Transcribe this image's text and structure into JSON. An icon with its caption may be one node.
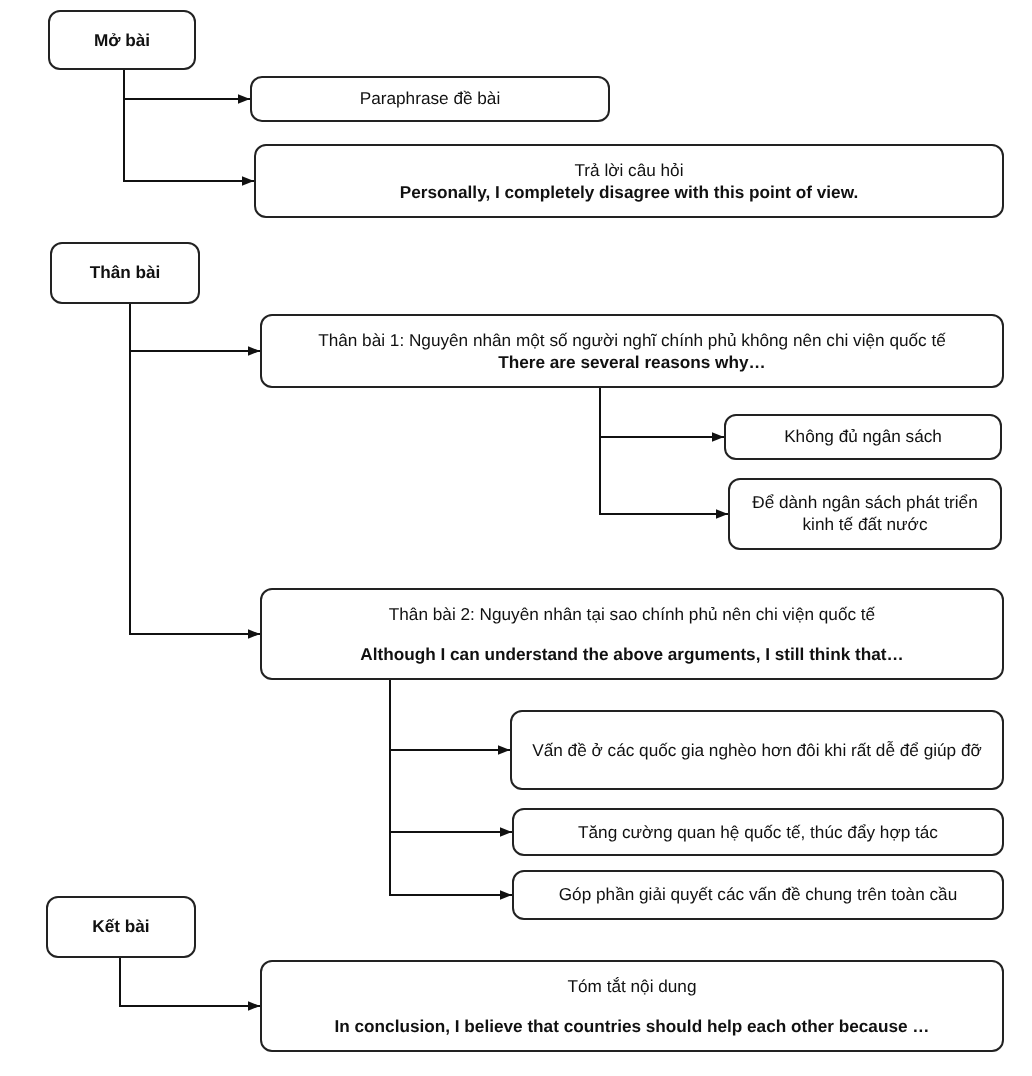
{
  "diagram": {
    "nodes": [
      {
        "text": [
          "Mở bài"
        ]
      },
      {
        "text": [
          "Paraphrase đề bài"
        ]
      },
      {
        "text": [
          "Trả lời câu hỏi",
          "Personally, I completely disagree with this point of view."
        ]
      },
      {
        "text": [
          "Thân bài"
        ]
      },
      {
        "text": [
          "Thân bài 1: Nguyên nhân một số người nghĩ chính phủ không nên chi viện quốc tế",
          "There are several reasons why…"
        ]
      },
      {
        "text": [
          "Không đủ ngân sách"
        ]
      },
      {
        "text": [
          "Để dành ngân sách phát triển kinh tế đất nước"
        ]
      },
      {
        "text": [
          "Thân bài 2: Nguyên nhân tại sao chính phủ nên chi viện quốc tế",
          "Although I can understand the above arguments, I still think that…"
        ]
      },
      {
        "text": [
          "Vấn đề ở các quốc gia nghèo hơn đôi khi rất dễ để giúp đỡ"
        ]
      },
      {
        "text": [
          "Tăng cường quan hệ quốc tế, thúc đẩy hợp tác"
        ]
      },
      {
        "text": [
          "Góp phần giải quyết các vấn đề chung trên toàn cầu"
        ]
      },
      {
        "text": [
          "Kết bài"
        ]
      },
      {
        "text": [
          "Tóm tắt nội dung",
          "In conclusion, I believe that countries should help each other because …"
        ]
      }
    ],
    "edges": [
      {
        "from": 0,
        "to": 1,
        "arrow": "to"
      },
      {
        "from": 0,
        "to": 2,
        "arrow": "to"
      },
      {
        "from": 3,
        "to": 4,
        "arrow": "to"
      },
      {
        "from": 3,
        "to": 7,
        "arrow": "to"
      },
      {
        "from": 4,
        "to": 5,
        "arrow": "to"
      },
      {
        "from": 4,
        "to": 6,
        "arrow": "to"
      },
      {
        "from": 7,
        "to": 8,
        "arrow": "to"
      },
      {
        "from": 7,
        "to": 9,
        "arrow": "to"
      },
      {
        "from": 7,
        "to": 10,
        "arrow": "to"
      },
      {
        "from": 11,
        "to": 12,
        "arrow": "to"
      }
    ]
  }
}
